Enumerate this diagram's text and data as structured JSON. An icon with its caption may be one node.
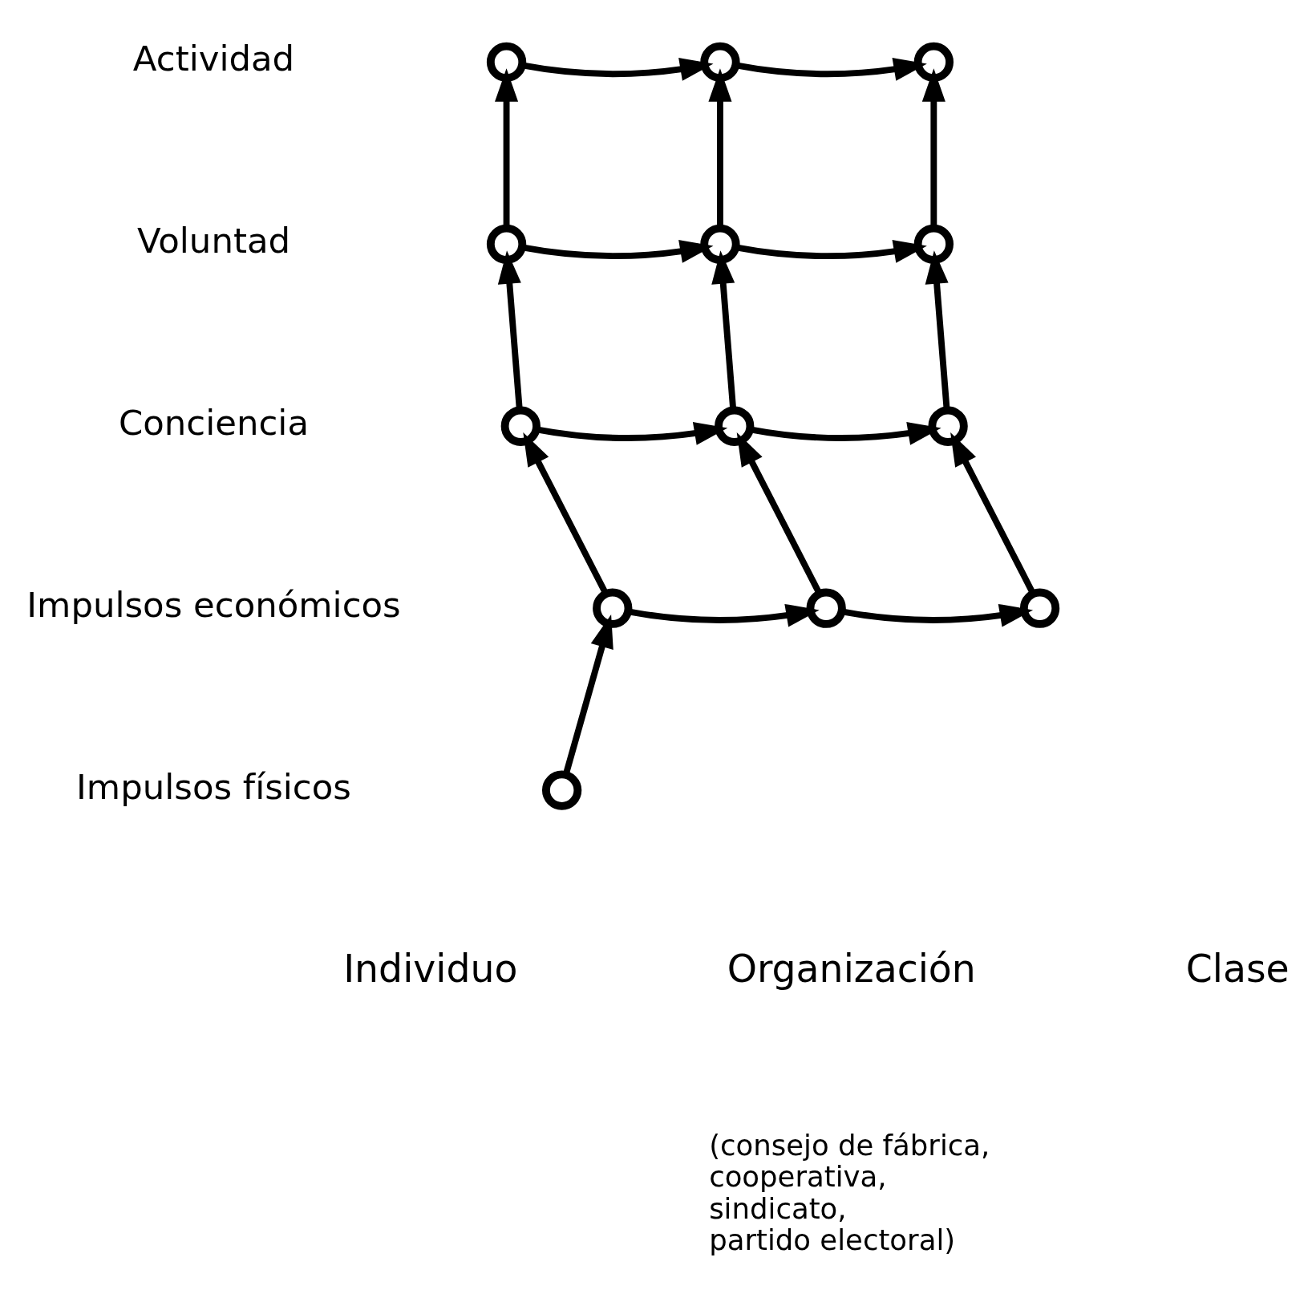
{
  "diagram": {
    "nodes": [
      {
        "text": [],
        "shape": "circle"
      },
      {
        "text": [],
        "shape": "circle"
      },
      {
        "text": [],
        "shape": "circle"
      },
      {
        "text": [],
        "shape": "circle"
      },
      {
        "text": [],
        "shape": "circle"
      },
      {
        "text": [],
        "shape": "circle"
      },
      {
        "text": [],
        "shape": "circle"
      },
      {
        "text": [],
        "shape": "circle"
      },
      {
        "text": [],
        "shape": "circle"
      },
      {
        "text": [],
        "shape": "circle"
      },
      {
        "text": [],
        "shape": "circle"
      },
      {
        "text": [],
        "shape": "circle"
      },
      {
        "text": [],
        "shape": "circle"
      }
    ],
    "edges": [
      {
        "from": 0,
        "to": 1,
        "arrow": "to"
      },
      {
        "from": 1,
        "to": 2,
        "arrow": "to"
      },
      {
        "from": 3,
        "to": 4,
        "arrow": "to"
      },
      {
        "from": 4,
        "to": 5,
        "arrow": "to"
      },
      {
        "from": 6,
        "to": 7,
        "arrow": "to"
      },
      {
        "from": 7,
        "to": 8,
        "arrow": "to"
      },
      {
        "from": 9,
        "to": 10,
        "arrow": "to"
      },
      {
        "from": 10,
        "to": 11,
        "arrow": "to"
      },
      {
        "from": 3,
        "to": 0,
        "arrow": "to"
      },
      {
        "from": 4,
        "to": 1,
        "arrow": "to"
      },
      {
        "from": 5,
        "to": 2,
        "arrow": "to"
      },
      {
        "from": 6,
        "to": 3,
        "arrow": "to"
      },
      {
        "from": 7,
        "to": 4,
        "arrow": "to"
      },
      {
        "from": 8,
        "to": 5,
        "arrow": "to"
      },
      {
        "from": 9,
        "to": 6,
        "arrow": "to"
      },
      {
        "from": 10,
        "to": 7,
        "arrow": "to"
      },
      {
        "from": 11,
        "to": 8,
        "arrow": "to"
      },
      {
        "from": 12,
        "to": 9,
        "arrow": "to"
      }
    ],
    "labels": [
      "Actividad",
      "Voluntad",
      "Conciencia",
      "Impulsos económicos",
      "Impulsos físicos",
      "Individuo",
      "Organización",
      "(consejo de fábrica, cooperativa, sindicato, partido electoral)",
      "Clase"
    ]
  }
}
